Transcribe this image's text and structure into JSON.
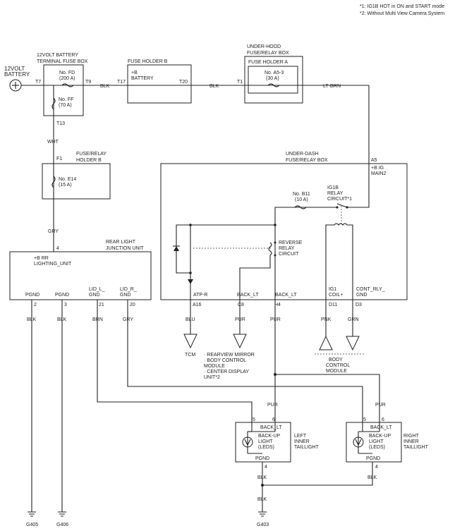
{
  "notes": {
    "n1": "*1:  IG1B HOT in ON and START mode",
    "n2": "*2:  Without Multi View Camera System"
  },
  "battery": {
    "line1": "12VOLT",
    "line2": "BATTERY",
    "term": "T7"
  },
  "terminal_box": {
    "title1": "12VOLT BATTERY",
    "title2": "TERMINAL FUSE BOX",
    "t9": "T9",
    "t13": "T13",
    "fd_name": "No. FD",
    "fd_amp": "(200 A)",
    "ff_name": "No. FF",
    "ff_amp": "(70 A)"
  },
  "fuse_holder_b": {
    "title": "FUSE HOLDER B",
    "label1": "+B",
    "label2": "BATTERY",
    "t17": "T17",
    "t20": "T20"
  },
  "underhood": {
    "title1": "UNDER-HOOD",
    "title2": "FUSE/RELAY BOX",
    "holder": "FUSE HOLDER A",
    "fuse_name": "No. A5-3",
    "fuse_amp": "(30 A)",
    "t1": "T1"
  },
  "fuse_relay_b": {
    "title1": "FUSE/RELAY",
    "title2": "HOLDER B",
    "f1": "F1",
    "fuse_name": "No. E14",
    "fuse_amp": "(15 A)"
  },
  "underdash": {
    "title1": "UNDER-DASH",
    "title2": "FUSE/RELAY BOX",
    "a5": "A5",
    "main1": "+B IG",
    "main2": "MAIN2",
    "b11_name": "No. B11",
    "b11_amp": "(10 A)",
    "ig1b1": "IG1B",
    "ig1b2": "RELAY",
    "ig1b3": "CIRCUIT*1",
    "rev1": "REVERSE",
    "rev2": "RELAY",
    "rev3": "CIRCUIT",
    "pin_labels": [
      "ATP-R",
      "BACK_LT",
      "BACK_LT",
      "IG1",
      "COIL+",
      "CONT_RLY_",
      "GND"
    ],
    "pins": [
      "A16",
      "C8",
      "H4",
      "D11",
      "D3"
    ]
  },
  "rear_junction": {
    "title1": "REAR LIGHT",
    "title2": "JUNCTION UNIT",
    "label1": "+B RR",
    "label2": "LIGHTING_UNIT",
    "pin4": "4",
    "pin_labels": [
      "PGND",
      "PGND",
      "LID_L_",
      "GND",
      "LID_R_",
      "GND"
    ],
    "pins": [
      "2",
      "3",
      "21",
      "20"
    ]
  },
  "wires": {
    "blk": "BLK",
    "ltgrn": "LT GRN",
    "wht": "WHT",
    "gry": "GRY",
    "brn": "BRN",
    "blu": "BLU",
    "pur": "PUR",
    "pnk": "PNK",
    "grn": "GRN"
  },
  "tcm": "TCM",
  "modules": {
    "m1": "· REARVIEW MIRROR",
    "m2": "· BODY CONTROL",
    "m3": "MODULE",
    "m4": "· CENTER DISPLAY",
    "m5": "UNIT*2"
  },
  "bcm": {
    "l1": "BODY",
    "l2": "CONTROL",
    "l3": "MODULE"
  },
  "left_light": {
    "pin5": "5",
    "pin6": "6",
    "pin4": "4",
    "back_lt": "BACK_LT",
    "pgnd": "PGND",
    "inner1": "BACK-UP",
    "inner2": "LIGHT",
    "inner3": "(LEDS)",
    "name1": "LEFT",
    "name2": "INNER",
    "name3": "TAILLIGHT"
  },
  "right_light": {
    "pin5": "5",
    "pin6": "6",
    "pin4": "4",
    "back_lt": "BACK_LT",
    "pgnd": "PGND",
    "inner1": "BACK-UP",
    "inner2": "LIGHT",
    "inner3": "(LEDS)",
    "name1": "RIGHT",
    "name2": "INNER",
    "name3": "TAILLIGHT"
  },
  "grounds": {
    "g405": "G405",
    "g406": "G406",
    "g403": "G403"
  }
}
